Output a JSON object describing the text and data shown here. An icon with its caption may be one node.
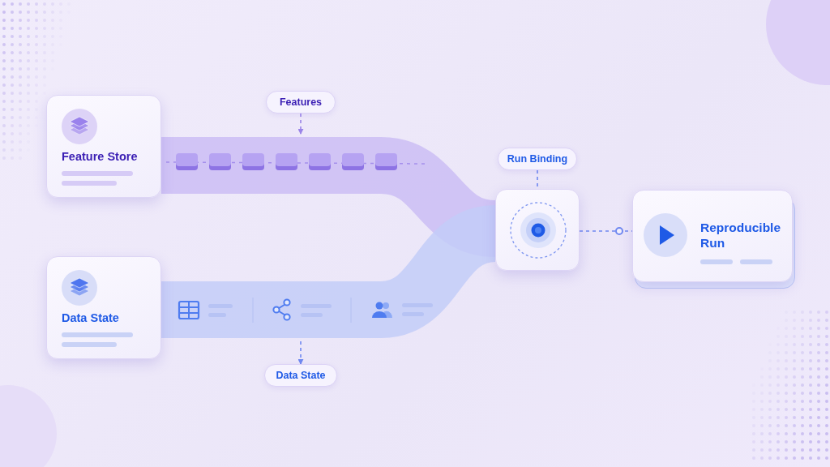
{
  "diagram": {
    "nodes": [
      {
        "text": [
          "Feature Store"
        ]
      },
      {
        "text": [
          "Data State"
        ]
      },
      {
        "text": [
          "Features"
        ]
      },
      {
        "text": [
          "Data State"
        ]
      },
      {
        "text": [
          "Run Binding"
        ]
      },
      {
        "text": [],
        "shape": "box"
      },
      {
        "text": [
          "Reproducible Run"
        ]
      }
    ],
    "edges": [
      {
        "from": 0,
        "to": 5,
        "arrow": "none",
        "style": "thick",
        "color": "#cbbdf5"
      },
      {
        "from": 1,
        "to": 5,
        "arrow": "none",
        "style": "thick",
        "color": "#c3cdf8"
      },
      {
        "from": 2,
        "to": null,
        "arrow": "to",
        "style": "dashed",
        "color": "#9a84e8"
      },
      {
        "from": null,
        "to": 3,
        "arrow": "to",
        "style": "dashed"
      },
      {
        "from": 4,
        "to": 5,
        "arrow": "none",
        "style": "dashed"
      },
      {
        "from": 5,
        "to": 6,
        "arrow": "other",
        "style": "dashed"
      }
    ]
  }
}
